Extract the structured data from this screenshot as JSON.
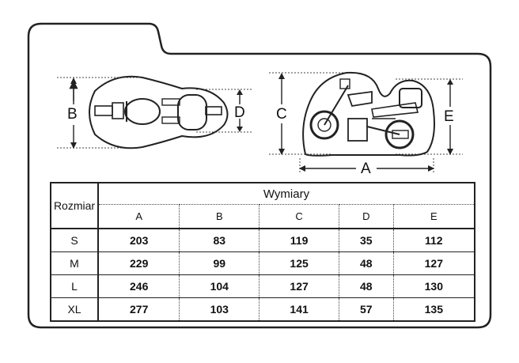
{
  "diagram": {
    "top_view_labels": {
      "left": "B",
      "right": "D"
    },
    "side_view_labels": {
      "left": "C",
      "right": "E",
      "bottom": "A"
    }
  },
  "table": {
    "row_header": "Rozmiar",
    "group_header": "Wymiary",
    "columns": [
      "A",
      "B",
      "C",
      "D",
      "E"
    ],
    "rows": [
      {
        "size": "S",
        "values": [
          "203",
          "83",
          "119",
          "35",
          "112"
        ]
      },
      {
        "size": "M",
        "values": [
          "229",
          "99",
          "125",
          "48",
          "127"
        ]
      },
      {
        "size": "L",
        "values": [
          "246",
          "104",
          "127",
          "48",
          "130"
        ]
      },
      {
        "size": "XL",
        "values": [
          "277",
          "103",
          "141",
          "57",
          "135"
        ]
      }
    ]
  },
  "colors": {
    "line": "#222222",
    "background": "#ffffff"
  }
}
